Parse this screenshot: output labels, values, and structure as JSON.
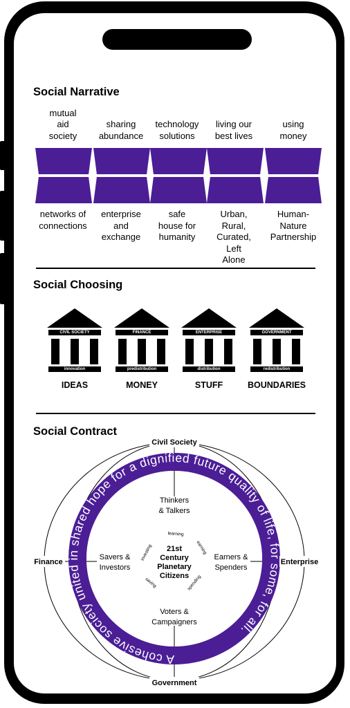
{
  "narrative": {
    "title": "Social Narrative",
    "top_labels": [
      [
        "mutual",
        "aid",
        "society"
      ],
      [
        "sharing",
        "abundance"
      ],
      [
        "technology",
        "solutions"
      ],
      [
        "living our",
        "best lives"
      ],
      [
        "using",
        "money"
      ]
    ],
    "bottom_labels": [
      [
        "networks of",
        "connections"
      ],
      [
        "enterprise",
        "and",
        "exchange"
      ],
      [
        "safe",
        "house for",
        "humanity"
      ],
      [
        "Urban,",
        "Rural,",
        "Curated,",
        "Left",
        "Alone"
      ],
      [
        "Human-",
        "Nature",
        "Partnership"
      ]
    ],
    "shape_color": "#4b1e96"
  },
  "choosing": {
    "title": "Social Choosing",
    "institutions": [
      {
        "name": "CIVIL SOCIETY",
        "function": "innovation",
        "output": "IDEAS"
      },
      {
        "name": "FINANCE",
        "function": "predistribution",
        "output": "MONEY"
      },
      {
        "name": "ENTERPRISE",
        "function": "distribution",
        "output": "STUFF"
      },
      {
        "name": "GOVERNMENT",
        "function": "redistribution",
        "output": "BOUNDARIES"
      }
    ]
  },
  "contract": {
    "title": "Social Contract",
    "poles": {
      "top": "Civil Society",
      "left": "Finance",
      "right": "Enterprise",
      "bottom": "Government"
    },
    "ring_text": "A cohesive society united in shared hope for a dignified future quality of life, for some, for all.",
    "ring_color": "#4b1e96",
    "quadrants": {
      "top": [
        "Thinkers",
        "& Talkers"
      ],
      "left": [
        "Savers &",
        "Investors"
      ],
      "right": [
        "Earners &",
        "Spenders"
      ],
      "bottom": [
        "Voters &",
        "Campaigners"
      ]
    },
    "center": [
      "21st",
      "Century",
      "Planetary",
      "Citizens"
    ],
    "verbs": {
      "learning": "learning",
      "earning": "earning",
      "spending": "spending",
      "saving": "saving",
      "investing": "investing"
    }
  }
}
